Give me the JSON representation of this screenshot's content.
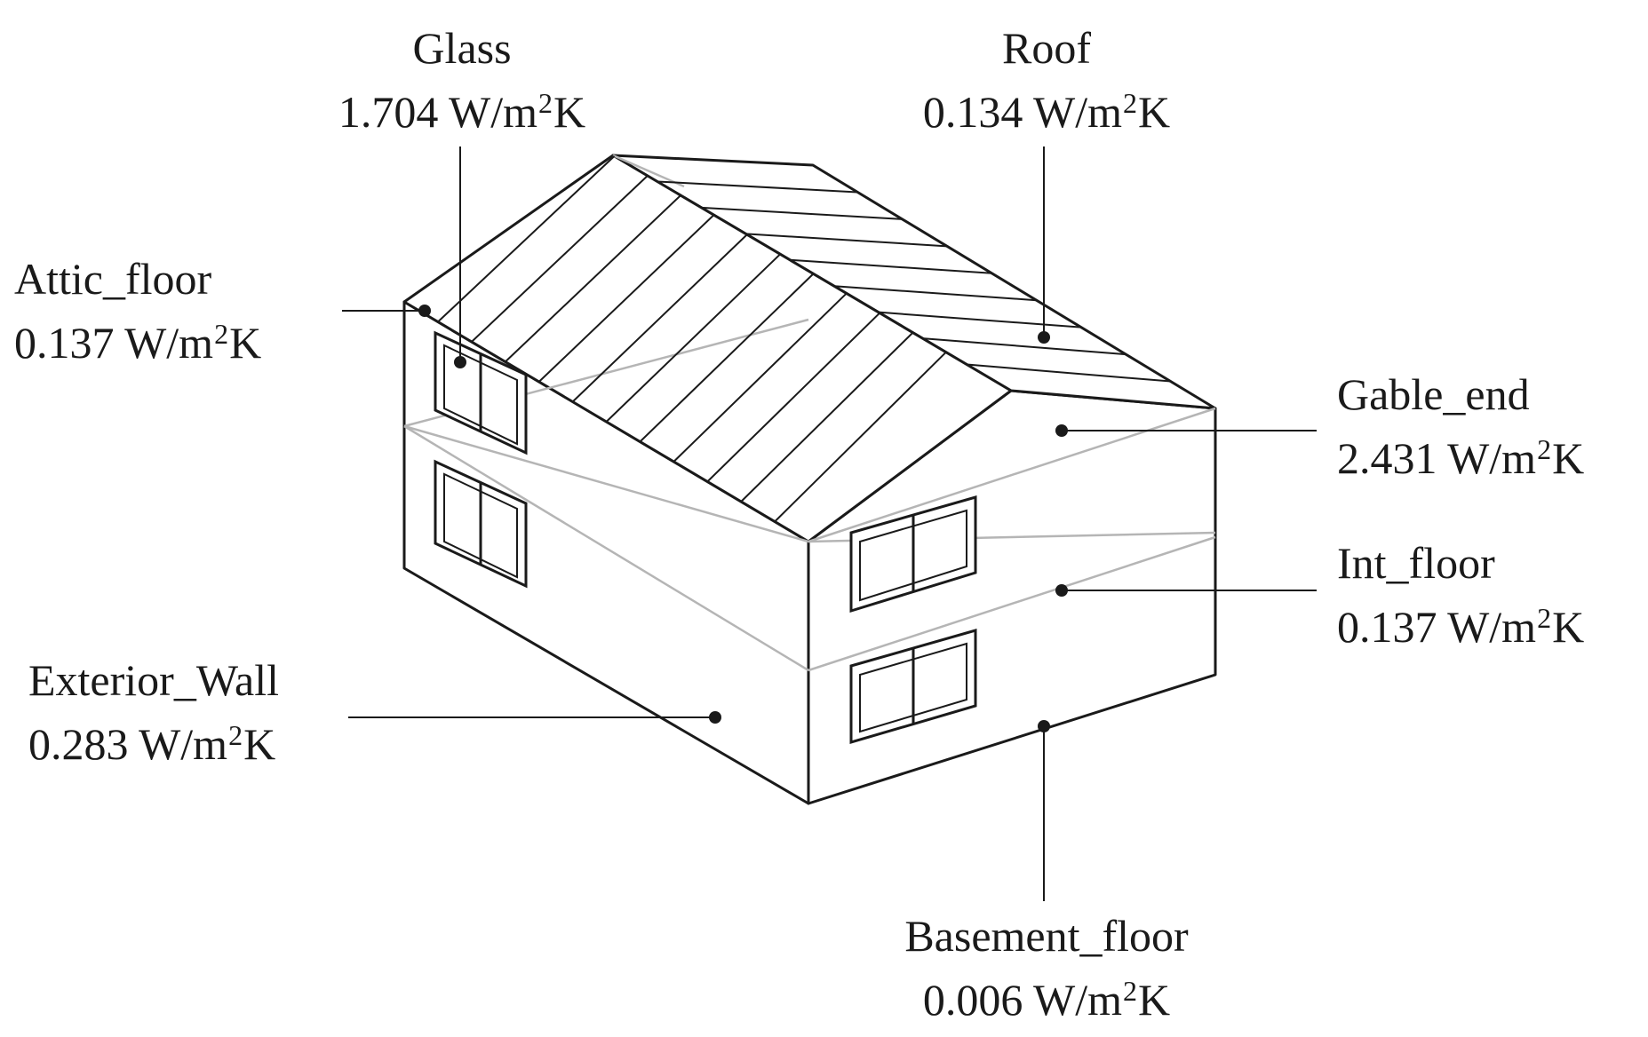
{
  "colors": {
    "stroke": "#1a1a1a",
    "light_line": "#b5b5b5",
    "background": "#ffffff"
  },
  "labels": {
    "glass": {
      "name": "Glass",
      "value": "1.704 W/m",
      "sup": "2",
      "unit_end": "K"
    },
    "roof": {
      "name": "Roof",
      "value": "0.134 W/m",
      "sup": "2",
      "unit_end": "K"
    },
    "attic_floor": {
      "name": "Attic_floor",
      "value": "0.137 W/m",
      "sup": "2",
      "unit_end": "K"
    },
    "gable_end": {
      "name": "Gable_end",
      "value": "2.431 W/m",
      "sup": "2",
      "unit_end": "K"
    },
    "int_floor": {
      "name": "Int_floor",
      "value": "0.137 W/m",
      "sup": "2",
      "unit_end": "K"
    },
    "exterior_wall": {
      "name": "Exterior_Wall",
      "value": "0.283 W/m",
      "sup": "2",
      "unit_end": "K"
    },
    "basement_floor": {
      "name": "Basement_floor",
      "value": "0.006 W/m",
      "sup": "2",
      "unit_end": "K"
    }
  }
}
